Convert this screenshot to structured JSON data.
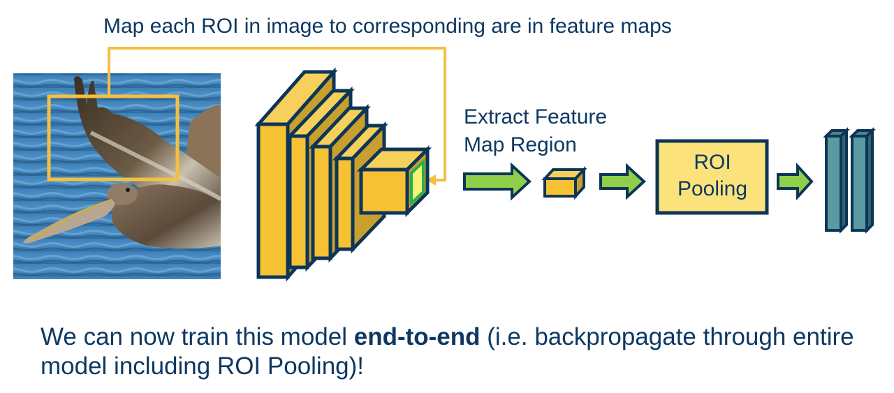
{
  "slide": {
    "top_caption": "Map each ROI in image to corresponding are in feature maps",
    "extract_label": {
      "line1": "Extract Feature",
      "line2": "Map Region"
    },
    "roi_pooling_label": {
      "line1": "ROI",
      "line2": "Pooling"
    },
    "bottom_text": {
      "part1": "We can now train this model ",
      "bold": "end-to-end",
      "part2": " (i.e. backpropagate through entire model including ROI Pooling)!"
    }
  },
  "image": {
    "subject": "pelican in flight over water",
    "roi_box": "wing region"
  },
  "colors": {
    "text": "#0d3862",
    "outline": "#0d3558",
    "block_front": "#f6c133",
    "block_top": "#f7d05c",
    "block_side": "#c9a02e",
    "connector": "#f4c042",
    "arrow_fill": "#8fcf4a",
    "roi_box_fill": "#fbe27a",
    "roi_highlight_outer": "#23b34a",
    "roi_highlight_inner": "#fdf07a",
    "fc_front": "#5b9aa0",
    "fc_dark": "#0d3558",
    "water_light": "#5a9bd0",
    "water_dark": "#24567f"
  }
}
